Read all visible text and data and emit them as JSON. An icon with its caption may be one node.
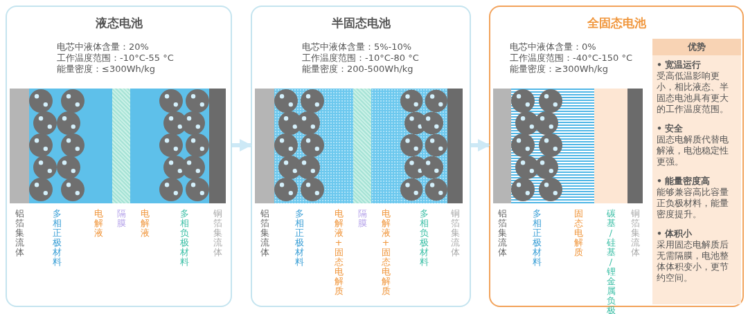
{
  "diagram": {
    "nodes": [
      {
        "text": [
          "液态电池",
          "电芯中液体含量：20%",
          "工作温度范围：-10°C-55 °C",
          "能量密度：≤300Wh/kg"
        ]
      },
      {
        "text": [
          "铝箔集流体"
        ],
        "in": 0
      },
      {
        "text": [
          "多相正极材料"
        ],
        "in": 0
      },
      {
        "text": [
          "电解液"
        ],
        "in": 0
      },
      {
        "text": [
          "隔膜"
        ],
        "in": 0
      },
      {
        "text": [
          "电解液"
        ],
        "in": 0
      },
      {
        "text": [
          "多相负极材料"
        ],
        "in": 0
      },
      {
        "text": [
          "铜箔集流体"
        ],
        "in": 0
      },
      {
        "text": [
          "半固态电池",
          "电芯中液体含量：5%-10%",
          "工作温度范围：-10°C-80 °C",
          "能量密度：200-500Wh/kg"
        ]
      },
      {
        "text": [
          "铝箔集流体"
        ],
        "in": 8
      },
      {
        "text": [
          "多相正极材料"
        ],
        "in": 8
      },
      {
        "text": [
          "电解液+固态电解质"
        ],
        "in": 8
      },
      {
        "text": [
          "隔膜"
        ],
        "in": 8
      },
      {
        "text": [
          "电解液+固态电解质"
        ],
        "in": 8
      },
      {
        "text": [
          "多相负极材料"
        ],
        "in": 8
      },
      {
        "text": [
          "铜箔集流体"
        ],
        "in": 8
      },
      {
        "text": [
          "全固态电池",
          "电芯中液体含量：0%",
          "工作温度范围：-40°C-150 °C",
          "能量密度：≥300Wh/kg"
        ]
      },
      {
        "text": [
          "铝箔集流体"
        ],
        "in": 16
      },
      {
        "text": [
          "多相正极材料"
        ],
        "in": 16
      },
      {
        "text": [
          "固态电解质"
        ],
        "in": 16
      },
      {
        "text": [
          "碳基/硅基/锂金属负极"
        ],
        "in": 16
      },
      {
        "text": [
          "铜箔集流体"
        ],
        "in": 16
      },
      {
        "text": [
          "优势",
          "• 宽温运行",
          "受高低温影响更小，相比液态、半固态电池具有更大的工作温度范围。",
          "• 安全",
          "固态电解质代替电解液，电池稳定性更强。",
          "• 能量密度高",
          "能够兼容高比容量正负极材料，能量密度提升。",
          "• 体积小",
          "采用固态电解质后无需隔膜，电池整体体积变小，更节约空间。"
        ],
        "in": 16
      }
    ],
    "edges": [
      {
        "from": 0,
        "to": 8,
        "arrow": "to"
      },
      {
        "from": 8,
        "to": 16,
        "arrow": "to"
      }
    ]
  }
}
